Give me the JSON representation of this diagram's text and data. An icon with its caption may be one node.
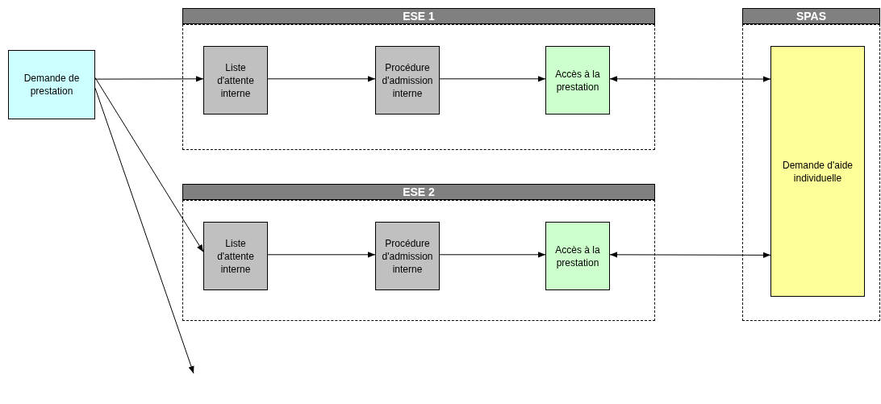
{
  "diagram": {
    "nodes": [
      {
        "text": [
          "Demande de prestation"
        ]
      },
      {
        "text": [
          "ESE 1"
        ]
      },
      {
        "text": [
          "Liste d'attente interne"
        ],
        "in": 1
      },
      {
        "text": [
          "Procédure d'admission interne"
        ],
        "in": 1
      },
      {
        "text": [
          "Accès à la prestation"
        ],
        "in": 1
      },
      {
        "text": [
          "ESE 2"
        ]
      },
      {
        "text": [
          "Liste d'attente interne"
        ],
        "in": 5
      },
      {
        "text": [
          "Procédure d'admission interne"
        ],
        "in": 5
      },
      {
        "text": [
          "Accès à la prestation"
        ],
        "in": 5
      },
      {
        "text": [
          "SPAS"
        ]
      },
      {
        "text": [
          "Demande d'aide individuelle"
        ],
        "in": 9
      }
    ],
    "edges": [
      {
        "from": 0,
        "to": 2,
        "arrow": "to"
      },
      {
        "from": 2,
        "to": 3,
        "arrow": "to"
      },
      {
        "from": 3,
        "to": 4,
        "arrow": "to"
      },
      {
        "from": 4,
        "to": 10,
        "arrow": "both"
      },
      {
        "from": 0,
        "to": 6,
        "arrow": "to"
      },
      {
        "from": 6,
        "to": 7,
        "arrow": "to"
      },
      {
        "from": 7,
        "to": 8,
        "arrow": "to"
      },
      {
        "from": 8,
        "to": 10,
        "arrow": "both"
      },
      {
        "from": 0,
        "to": null,
        "arrow": "to"
      }
    ]
  }
}
